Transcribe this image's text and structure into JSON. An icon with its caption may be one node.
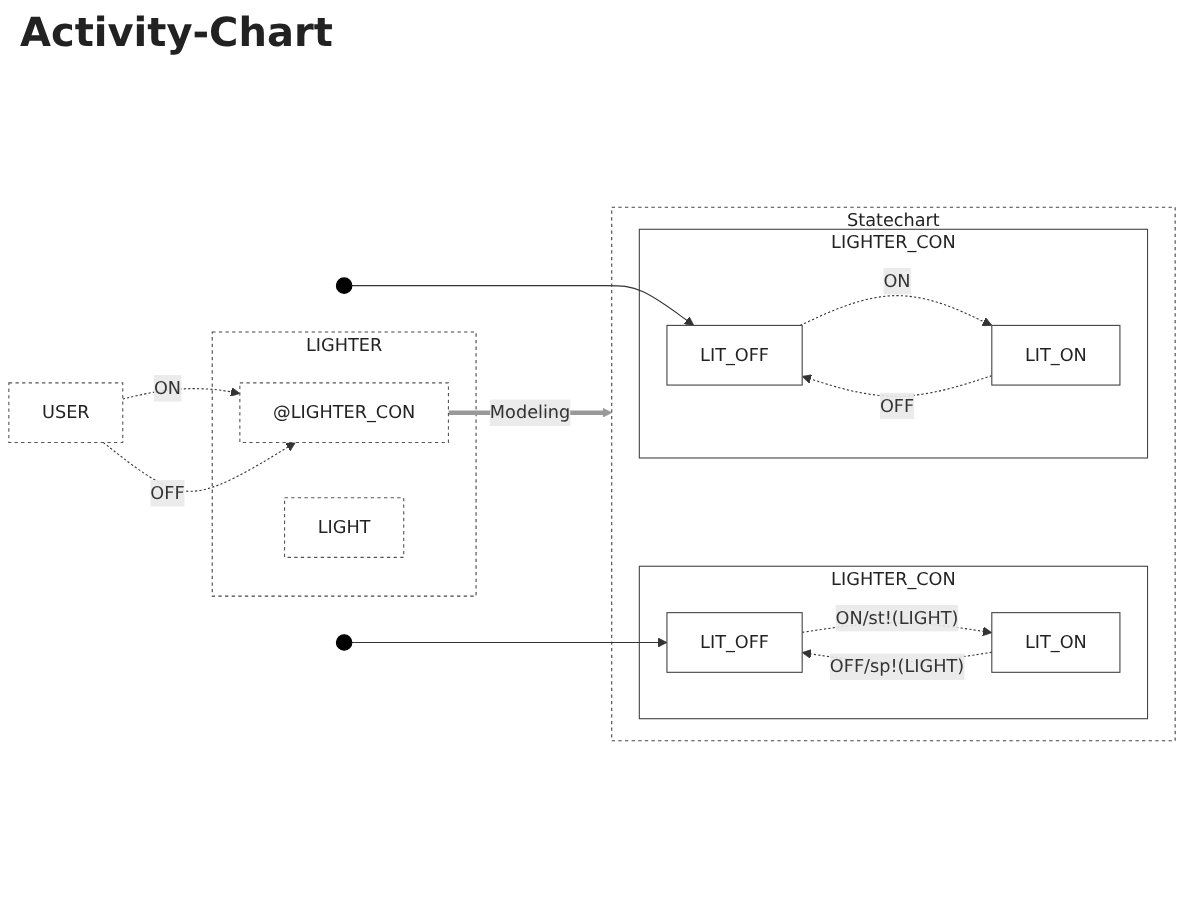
{
  "diagram": {
    "title": "Activity-Chart",
    "nodes": [
      {
        "text": [
          "USER"
        ]
      },
      {
        "text": [
          "LIGHTER"
        ]
      },
      {
        "text": [
          "@LIGHTER_CON"
        ],
        "in": 1
      },
      {
        "text": [
          "LIGHT"
        ],
        "in": 1
      },
      {
        "text": [
          "Statechart"
        ]
      },
      {
        "text": [
          "LIGHTER_CON"
        ],
        "in": 4
      },
      {
        "text": [
          "LIT_OFF"
        ],
        "in": 5
      },
      {
        "text": [
          "LIT_ON"
        ],
        "in": 5
      },
      {
        "text": [
          "LIGHTER_CON"
        ],
        "in": 4
      },
      {
        "text": [
          "LIT_OFF"
        ],
        "in": 8
      },
      {
        "text": [
          "LIT_ON"
        ],
        "in": 8
      }
    ],
    "edges": [
      {
        "from": 0,
        "to": 2,
        "label": "ON",
        "arrow": "to",
        "style": "dashed"
      },
      {
        "from": 0,
        "to": 2,
        "label": "OFF",
        "arrow": "to",
        "style": "dashed"
      },
      {
        "from": 2,
        "to": 4,
        "label": "Modeling",
        "arrow": "to",
        "style": "thick",
        "color": "#999999"
      },
      {
        "from": null,
        "to": 6,
        "arrow": "to"
      },
      {
        "from": 6,
        "to": 7,
        "label": "ON/st!(LIGHT)",
        "arrow": "to",
        "style": "dashed"
      },
      {
        "from": 7,
        "to": 6,
        "label": "OFF/sp!(LIGHT)",
        "arrow": "to",
        "style": "dashed"
      },
      {
        "from": null,
        "to": 9,
        "arrow": "to"
      },
      {
        "from": 9,
        "to": 10,
        "label": "ON",
        "arrow": "to",
        "style": "dashed"
      },
      {
        "from": 10,
        "to": 9,
        "label": "OFF",
        "arrow": "to",
        "style": "dashed"
      }
    ]
  }
}
